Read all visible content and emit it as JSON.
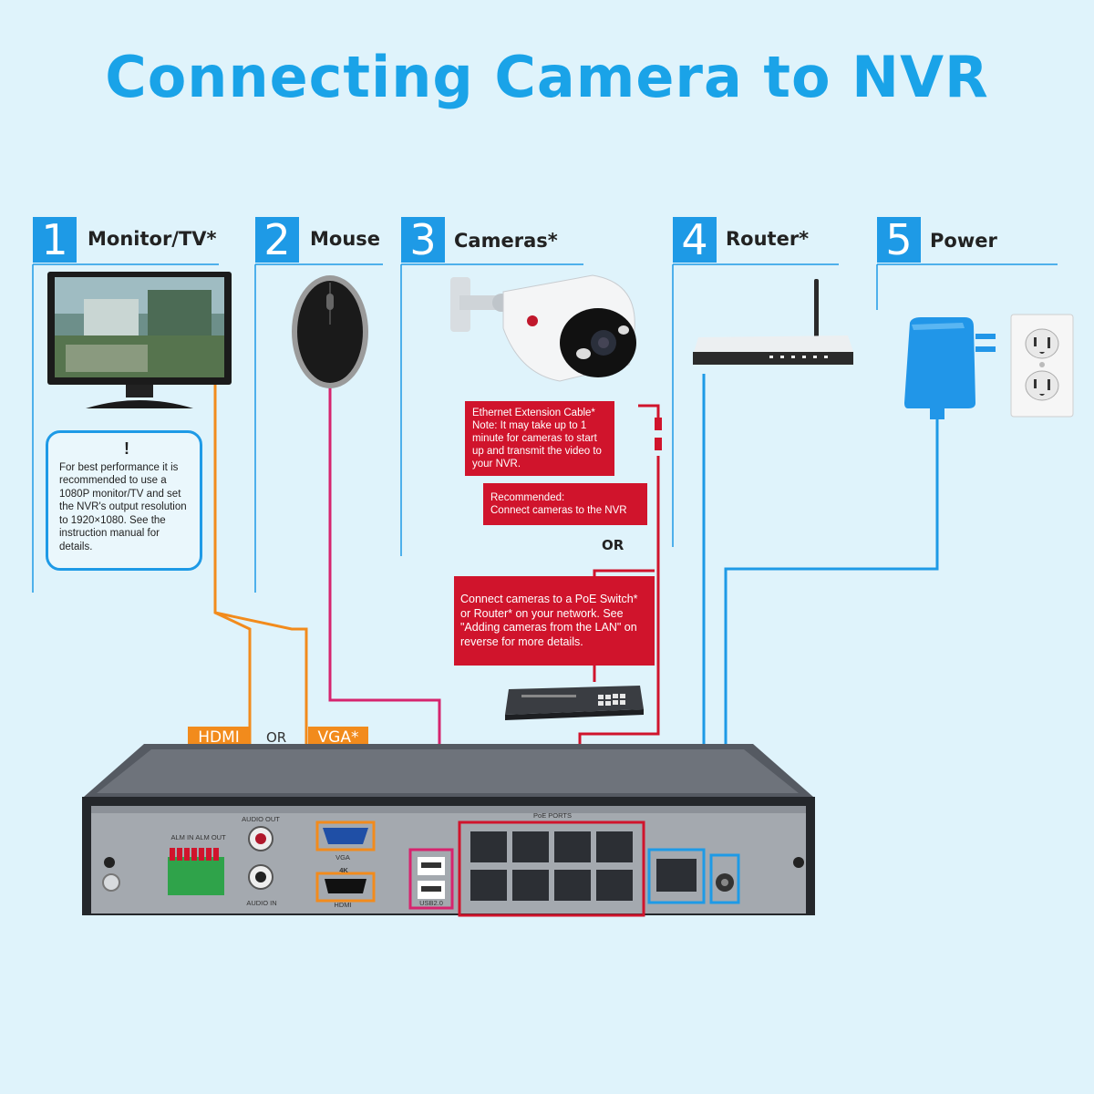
{
  "title": "Connecting Camera to NVR",
  "steps": [
    {
      "num": "1",
      "label": "Monitor/TV*"
    },
    {
      "num": "2",
      "label": "Mouse"
    },
    {
      "num": "3",
      "label": "Cameras*"
    },
    {
      "num": "4",
      "label": "Router*"
    },
    {
      "num": "5",
      "label": "Power"
    }
  ],
  "note": {
    "icon": "!",
    "text": "For best performance it is recommended to use a 1080P monitor/TV and set the NVR's output resolution to 1920×1080. See the instruction manual for details."
  },
  "callouts": {
    "extension_title": "Ethernet Extension Cable*",
    "extension_note": "Note: It may take up to 1 minute for cameras to start up and transmit the video to your NVR.",
    "recommended_title": "Recommended:",
    "recommended_text": "Connect cameras to the NVR",
    "or": "OR",
    "poe_text": "Connect cameras to a PoE Switch* or Router* on your network. See \"Adding cameras from the LAN\" on reverse for more details."
  },
  "video_output": {
    "hdmi": "HDMI",
    "or": "OR",
    "vga": "VGA*"
  },
  "nvr_labels": {
    "audio_out": "AUDIO OUT",
    "audio_in": "AUDIO IN",
    "alm_in": "ALM IN",
    "alm_out": "ALM OUT",
    "vga": "VGA",
    "k4": "4K",
    "hdmi": "HDMI",
    "usb": "USB2.0",
    "poe_ports": "PoE PORTS"
  },
  "colors": {
    "title_blue": "#1aa3e8",
    "step_blue": "#1e9ae6",
    "hdmi_vga_orange": "#f28b1c",
    "mouse_cable_magenta": "#d6246e",
    "camera_cable_red": "#d0142c",
    "network_power_blue": "#1e9ae6"
  },
  "icons": [
    "monitor-icon",
    "mouse-icon",
    "camera-icon",
    "router-icon",
    "power-adapter-icon",
    "wall-outlet-icon",
    "poe-switch-icon",
    "nvr-device-icon",
    "ground-icon"
  ]
}
